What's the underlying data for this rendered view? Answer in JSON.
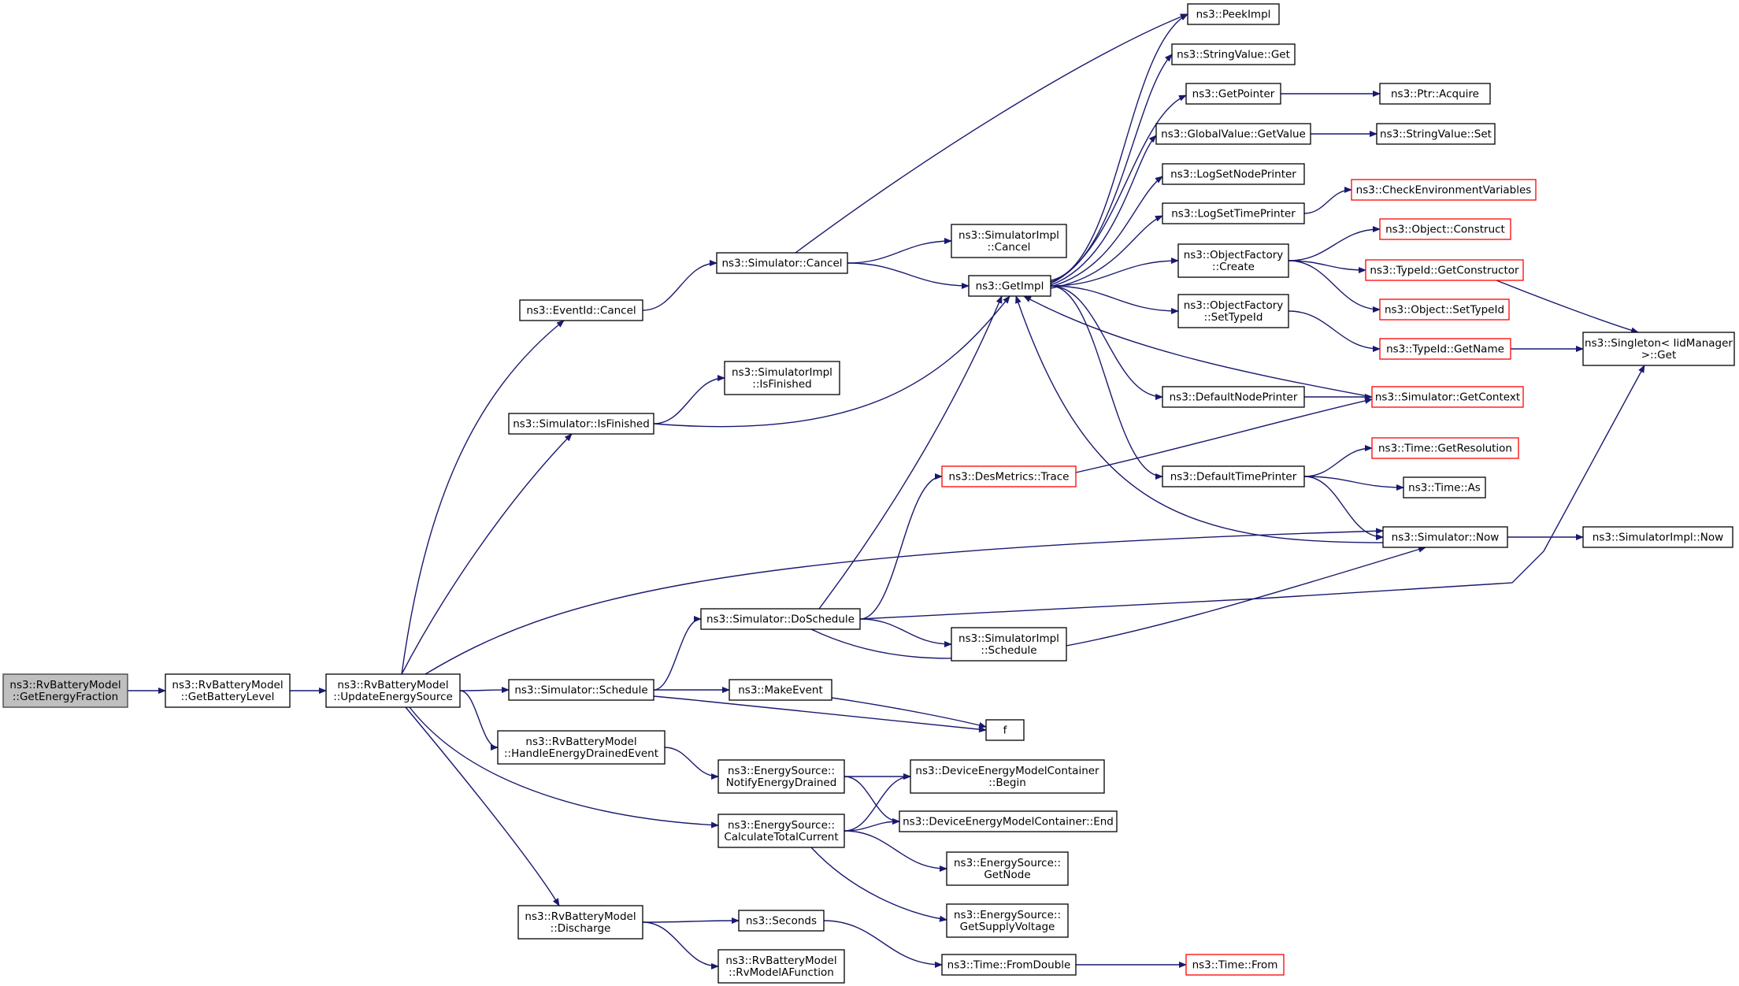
{
  "nodes": [
    {
      "id": "root",
      "lines": [
        "ns3::RvBatteryModel",
        "::GetEnergyFraction"
      ]
    },
    {
      "id": "getBatteryLevel",
      "lines": [
        "ns3::RvBatteryModel",
        "::GetBatteryLevel"
      ]
    },
    {
      "id": "updateEnergySource",
      "lines": [
        "ns3::RvBatteryModel",
        "::UpdateEnergySource"
      ]
    },
    {
      "id": "eventIdCancel",
      "lines": [
        "ns3::EventId::Cancel"
      ]
    },
    {
      "id": "simCancel",
      "lines": [
        "ns3::Simulator::Cancel"
      ]
    },
    {
      "id": "simImplCancel",
      "lines": [
        "ns3::SimulatorImpl",
        "::Cancel"
      ]
    },
    {
      "id": "getImpl",
      "lines": [
        "ns3::GetImpl"
      ]
    },
    {
      "id": "peekImpl",
      "lines": [
        "ns3::PeekImpl"
      ]
    },
    {
      "id": "stringValueGet",
      "lines": [
        "ns3::StringValue::Get"
      ]
    },
    {
      "id": "getPointer",
      "lines": [
        "ns3::GetPointer"
      ]
    },
    {
      "id": "ptrAcquire",
      "lines": [
        "ns3::Ptr::Acquire"
      ]
    },
    {
      "id": "globalValueGetValue",
      "lines": [
        "ns3::GlobalValue::GetValue"
      ]
    },
    {
      "id": "stringValueSet",
      "lines": [
        "ns3::StringValue::Set"
      ]
    },
    {
      "id": "logSetNodePrinter",
      "lines": [
        "ns3::LogSetNodePrinter"
      ]
    },
    {
      "id": "logSetTimePrinter",
      "lines": [
        "ns3::LogSetTimePrinter"
      ]
    },
    {
      "id": "checkEnvVars",
      "lines": [
        "ns3::CheckEnvironmentVariables"
      ]
    },
    {
      "id": "objFactoryCreate",
      "lines": [
        "ns3::ObjectFactory",
        "::Create"
      ]
    },
    {
      "id": "objectConstruct",
      "lines": [
        "ns3::Object::Construct"
      ]
    },
    {
      "id": "typeIdGetConstructor",
      "lines": [
        "ns3::TypeId::GetConstructor"
      ]
    },
    {
      "id": "objectSetTypeId",
      "lines": [
        "ns3::Object::SetTypeId"
      ]
    },
    {
      "id": "objFactorySetTypeId",
      "lines": [
        "ns3::ObjectFactory",
        "::SetTypeId"
      ]
    },
    {
      "id": "typeIdGetName",
      "lines": [
        "ns3::TypeId::GetName"
      ]
    },
    {
      "id": "singletonGet",
      "lines": [
        "ns3::Singleton< IidManager",
        " >::Get"
      ]
    },
    {
      "id": "simImplIsFinished",
      "lines": [
        "ns3::SimulatorImpl",
        "::IsFinished"
      ]
    },
    {
      "id": "simIsFinished",
      "lines": [
        "ns3::Simulator::IsFinished"
      ]
    },
    {
      "id": "defaultNodePrinter",
      "lines": [
        "ns3::DefaultNodePrinter"
      ]
    },
    {
      "id": "simGetContext",
      "lines": [
        "ns3::Simulator::GetContext"
      ]
    },
    {
      "id": "desMetricsTrace",
      "lines": [
        "ns3::DesMetrics::Trace"
      ]
    },
    {
      "id": "defaultTimePrinter",
      "lines": [
        "ns3::DefaultTimePrinter"
      ]
    },
    {
      "id": "timeGetResolution",
      "lines": [
        "ns3::Time::GetResolution"
      ]
    },
    {
      "id": "timeAs",
      "lines": [
        "ns3::Time::As"
      ]
    },
    {
      "id": "simNow",
      "lines": [
        "ns3::Simulator::Now"
      ]
    },
    {
      "id": "simImplNow",
      "lines": [
        "ns3::SimulatorImpl::Now"
      ]
    },
    {
      "id": "simDoSchedule",
      "lines": [
        "ns3::Simulator::DoSchedule"
      ]
    },
    {
      "id": "simImplSchedule",
      "lines": [
        "ns3::SimulatorImpl",
        "::Schedule"
      ]
    },
    {
      "id": "simSchedule",
      "lines": [
        "ns3::Simulator::Schedule"
      ]
    },
    {
      "id": "makeEvent",
      "lines": [
        "ns3::MakeEvent"
      ]
    },
    {
      "id": "f",
      "lines": [
        "f"
      ]
    },
    {
      "id": "handleEnergyDrained",
      "lines": [
        "ns3::RvBatteryModel",
        "::HandleEnergyDrainedEvent"
      ]
    },
    {
      "id": "notifyEnergyDrained",
      "lines": [
        "ns3::EnergySource::",
        "NotifyEnergyDrained"
      ]
    },
    {
      "id": "demcBegin",
      "lines": [
        "ns3::DeviceEnergyModelContainer",
        "::Begin"
      ]
    },
    {
      "id": "calcTotalCurrent",
      "lines": [
        "ns3::EnergySource::",
        "CalculateTotalCurrent"
      ]
    },
    {
      "id": "demcEnd",
      "lines": [
        "ns3::DeviceEnergyModelContainer::End"
      ]
    },
    {
      "id": "esGetNode",
      "lines": [
        "ns3::EnergySource::",
        "GetNode"
      ]
    },
    {
      "id": "esGetSupplyVoltage",
      "lines": [
        "ns3::EnergySource::",
        "GetSupplyVoltage"
      ]
    },
    {
      "id": "discharge",
      "lines": [
        "ns3::RvBatteryModel",
        "::Discharge"
      ]
    },
    {
      "id": "seconds",
      "lines": [
        "ns3::Seconds"
      ]
    },
    {
      "id": "rvModelAFunction",
      "lines": [
        "ns3::RvBatteryModel",
        "::RvModelAFunction"
      ]
    },
    {
      "id": "timeFromDouble",
      "lines": [
        "ns3::Time::FromDouble"
      ]
    },
    {
      "id": "timeFrom",
      "lines": [
        "ns3::Time::From"
      ]
    }
  ],
  "edges": [
    [
      "root",
      "getBatteryLevel"
    ],
    [
      "getBatteryLevel",
      "updateEnergySource"
    ],
    [
      "updateEnergySource",
      "eventIdCancel"
    ],
    [
      "updateEnergySource",
      "simIsFinished"
    ],
    [
      "updateEnergySource",
      "simNow"
    ],
    [
      "updateEnergySource",
      "simSchedule"
    ],
    [
      "updateEnergySource",
      "handleEnergyDrained"
    ],
    [
      "updateEnergySource",
      "calcTotalCurrent"
    ],
    [
      "updateEnergySource",
      "discharge"
    ],
    [
      "eventIdCancel",
      "simCancel"
    ],
    [
      "simCancel",
      "peekImpl"
    ],
    [
      "simCancel",
      "simImplCancel"
    ],
    [
      "simCancel",
      "getImpl"
    ],
    [
      "getImpl",
      "peekImpl"
    ],
    [
      "getImpl",
      "stringValueGet"
    ],
    [
      "getImpl",
      "getPointer"
    ],
    [
      "getImpl",
      "globalValueGetValue"
    ],
    [
      "getImpl",
      "logSetNodePrinter"
    ],
    [
      "getImpl",
      "logSetTimePrinter"
    ],
    [
      "getImpl",
      "objFactoryCreate"
    ],
    [
      "getImpl",
      "objFactorySetTypeId"
    ],
    [
      "getImpl",
      "defaultNodePrinter"
    ],
    [
      "getImpl",
      "defaultTimePrinter"
    ],
    [
      "getPointer",
      "ptrAcquire"
    ],
    [
      "globalValueGetValue",
      "stringValueSet"
    ],
    [
      "logSetTimePrinter",
      "checkEnvVars"
    ],
    [
      "objFactoryCreate",
      "objectConstruct"
    ],
    [
      "objFactoryCreate",
      "typeIdGetConstructor"
    ],
    [
      "objFactoryCreate",
      "objectSetTypeId"
    ],
    [
      "typeIdGetConstructor",
      "singletonGet"
    ],
    [
      "objFactorySetTypeId",
      "typeIdGetName"
    ],
    [
      "typeIdGetName",
      "singletonGet"
    ],
    [
      "simIsFinished",
      "simImplIsFinished"
    ],
    [
      "simIsFinished",
      "getImpl"
    ],
    [
      "defaultNodePrinter",
      "simGetContext"
    ],
    [
      "simGetContext",
      "getImpl"
    ],
    [
      "desMetricsTrace",
      "simGetContext"
    ],
    [
      "defaultTimePrinter",
      "timeGetResolution"
    ],
    [
      "defaultTimePrinter",
      "timeAs"
    ],
    [
      "defaultTimePrinter",
      "simNow"
    ],
    [
      "simNow",
      "getImpl"
    ],
    [
      "simNow",
      "simImplNow"
    ],
    [
      "simSchedule",
      "simDoSchedule"
    ],
    [
      "simSchedule",
      "makeEvent"
    ],
    [
      "simSchedule",
      "f"
    ],
    [
      "simDoSchedule",
      "getImpl"
    ],
    [
      "simDoSchedule",
      "desMetricsTrace"
    ],
    [
      "simDoSchedule",
      "singletonGet"
    ],
    [
      "simDoSchedule",
      "simImplSchedule"
    ],
    [
      "simDoSchedule",
      "simNow"
    ],
    [
      "makeEvent",
      "f"
    ],
    [
      "handleEnergyDrained",
      "notifyEnergyDrained"
    ],
    [
      "notifyEnergyDrained",
      "demcBegin"
    ],
    [
      "notifyEnergyDrained",
      "demcEnd"
    ],
    [
      "calcTotalCurrent",
      "demcBegin"
    ],
    [
      "calcTotalCurrent",
      "demcEnd"
    ],
    [
      "calcTotalCurrent",
      "esGetNode"
    ],
    [
      "calcTotalCurrent",
      "esGetSupplyVoltage"
    ],
    [
      "discharge",
      "seconds"
    ],
    [
      "discharge",
      "rvModelAFunction"
    ],
    [
      "seconds",
      "timeFromDouble"
    ],
    [
      "timeFromDouble",
      "timeFrom"
    ]
  ],
  "colors": {
    "edge": "#191970",
    "root_fill": "#bfbfbf",
    "truncated_border": "#ff0000"
  }
}
